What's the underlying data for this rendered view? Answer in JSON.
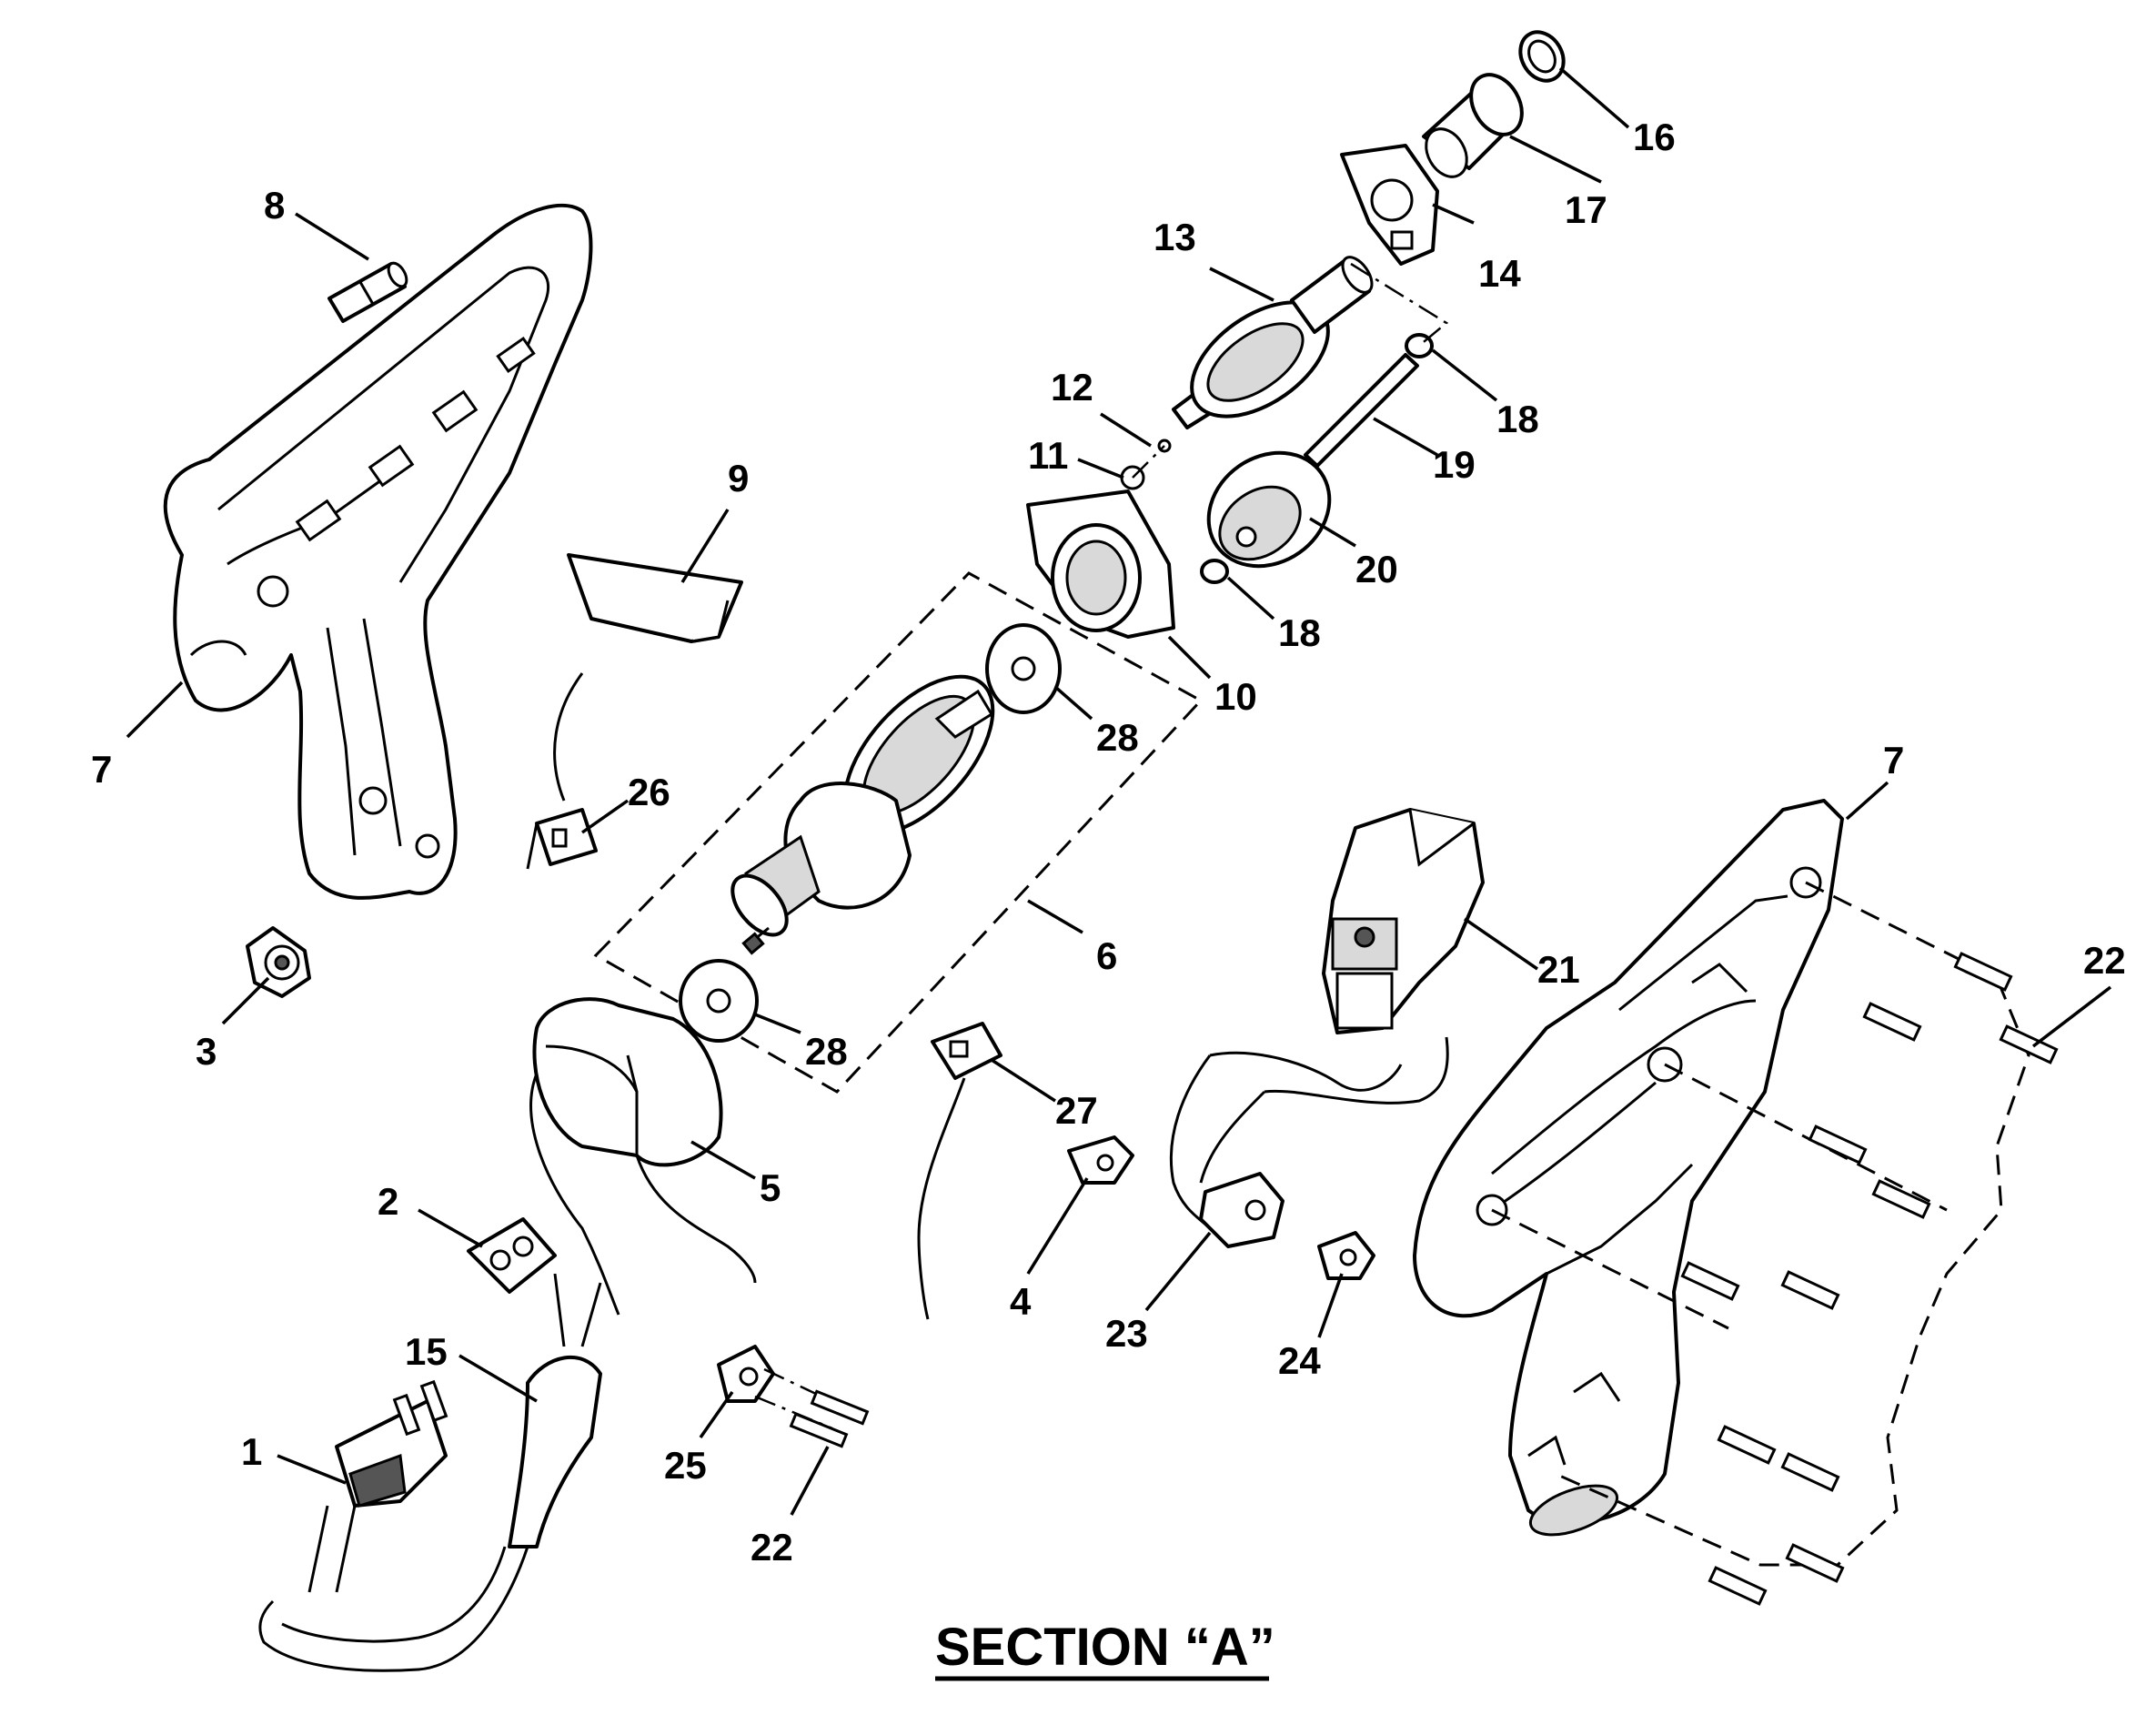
{
  "section_title": "SECTION “A”",
  "callouts": [
    {
      "id": "c8",
      "text": "8"
    },
    {
      "id": "c7a",
      "text": "7"
    },
    {
      "id": "c3",
      "text": "3"
    },
    {
      "id": "c9",
      "text": "9"
    },
    {
      "id": "c26",
      "text": "26"
    },
    {
      "id": "c12",
      "text": "12"
    },
    {
      "id": "c11",
      "text": "11"
    },
    {
      "id": "c13",
      "text": "13"
    },
    {
      "id": "c14",
      "text": "14"
    },
    {
      "id": "c16",
      "text": "16"
    },
    {
      "id": "c17",
      "text": "17"
    },
    {
      "id": "c18a",
      "text": "18"
    },
    {
      "id": "c19",
      "text": "19"
    },
    {
      "id": "c20",
      "text": "20"
    },
    {
      "id": "c18b",
      "text": "18"
    },
    {
      "id": "c10",
      "text": "10"
    },
    {
      "id": "c28a",
      "text": "28"
    },
    {
      "id": "c6",
      "text": "6"
    },
    {
      "id": "c28b",
      "text": "28"
    },
    {
      "id": "c5",
      "text": "5"
    },
    {
      "id": "c27",
      "text": "27"
    },
    {
      "id": "c2",
      "text": "2"
    },
    {
      "id": "c4",
      "text": "4"
    },
    {
      "id": "c23",
      "text": "23"
    },
    {
      "id": "c24",
      "text": "24"
    },
    {
      "id": "c21",
      "text": "21"
    },
    {
      "id": "c7b",
      "text": "7"
    },
    {
      "id": "c22a",
      "text": "22"
    },
    {
      "id": "c15",
      "text": "15"
    },
    {
      "id": "c1",
      "text": "1"
    },
    {
      "id": "c25",
      "text": "25"
    },
    {
      "id": "c22b",
      "text": "22"
    }
  ]
}
